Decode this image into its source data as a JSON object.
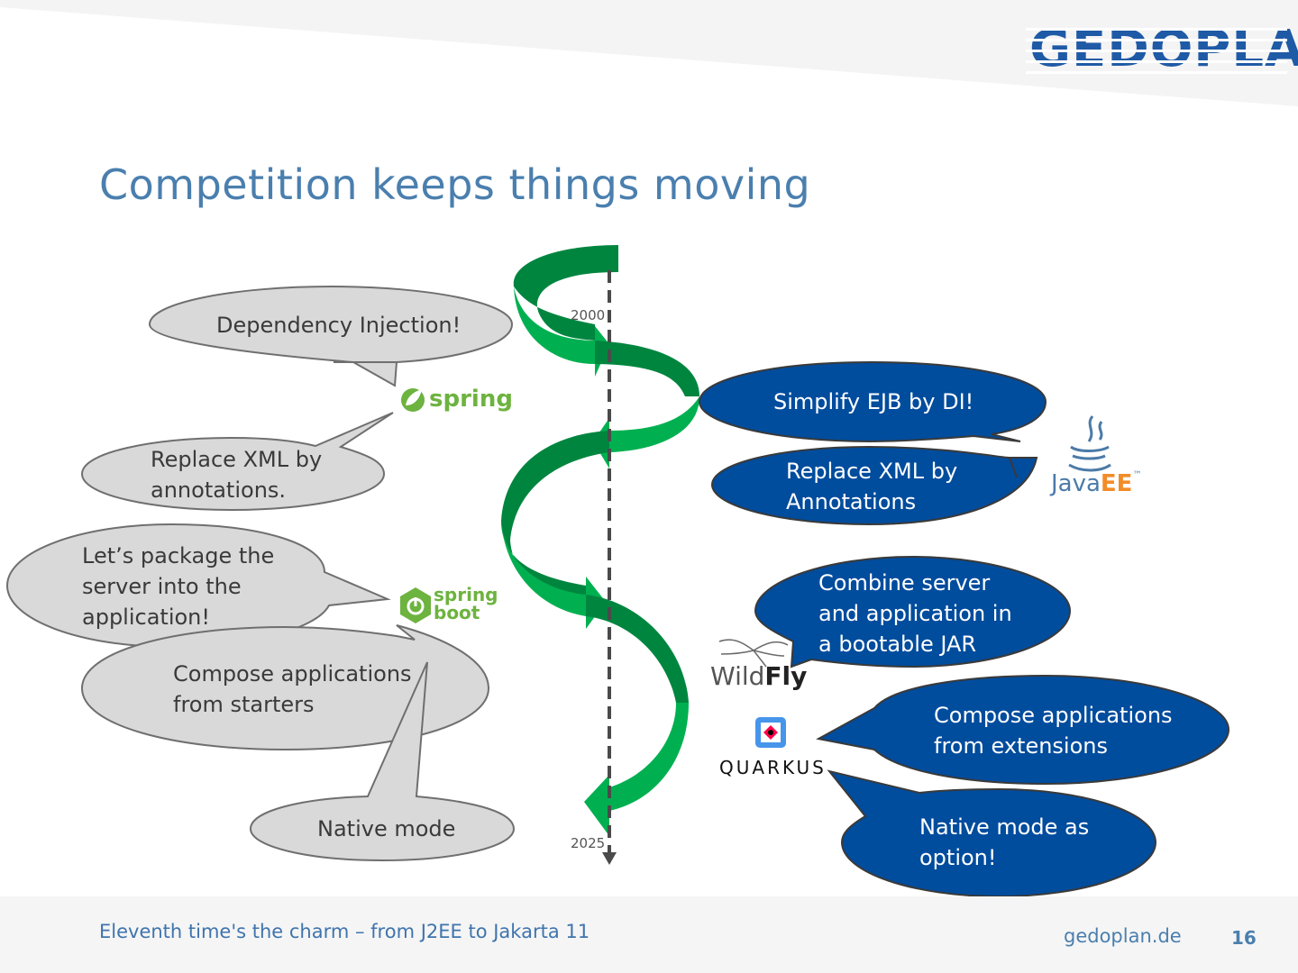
{
  "title": "Competition keeps things moving",
  "brand": {
    "name": "GEDOPLAN",
    "color": "#1f5aa6"
  },
  "timeline": {
    "start_label": "2000",
    "end_label": "2025"
  },
  "left_bubbles": [
    {
      "lines": [
        "Dependency Injection!"
      ]
    },
    {
      "lines": [
        "Replace XML by",
        "annotations."
      ]
    },
    {
      "lines": [
        "Let’s package the",
        "server into the",
        "application!"
      ]
    },
    {
      "lines": [
        "Compose applications",
        "from starters"
      ]
    },
    {
      "lines": [
        "Native mode"
      ]
    }
  ],
  "right_bubbles": [
    {
      "lines": [
        "Simplify EJB by DI!"
      ]
    },
    {
      "lines": [
        "Replace XML by",
        "Annotations"
      ]
    },
    {
      "lines": [
        "Combine server",
        "and application in",
        "a bootable JAR"
      ]
    },
    {
      "lines": [
        "Compose applications",
        "from extensions"
      ]
    },
    {
      "lines": [
        "Native mode as",
        "option!"
      ]
    }
  ],
  "logos": {
    "spring": {
      "icon": "spring-leaf-icon",
      "text": "spring",
      "color": "#6db33f"
    },
    "spring_boot": {
      "icon": "power-icon",
      "text_top": "spring",
      "text_bottom": "boot",
      "color": "#6db33f"
    },
    "javaee": {
      "icon": "coffee-cup-icon",
      "text_a": "Java",
      "text_b": "EE",
      "tm": "™"
    },
    "wildfly": {
      "icon": "dragonfly-icon",
      "text_a": "Wild",
      "text_b": "Fly"
    },
    "quarkus": {
      "icon": "quarkus-icon",
      "text": "QUARKUS"
    }
  },
  "colors": {
    "gray_bubble": "#d9d9d9",
    "blue_bubble": "#004c9d",
    "arrow_light": "#00b050",
    "arrow_dark": "#00853f",
    "title": "#4a7fae"
  },
  "footer": {
    "text": "Eleventh time's the charm – from J2EE to Jakarta 11",
    "site": "gedoplan.de",
    "page": "16"
  }
}
